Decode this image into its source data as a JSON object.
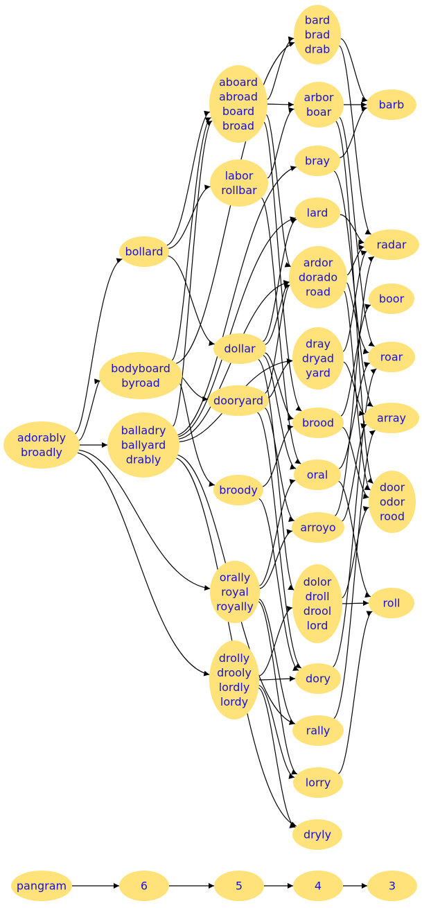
{
  "nodes": [
    {
      "id": "adorably",
      "lines": [
        "adorably",
        "broadly"
      ]
    },
    {
      "id": "bollard",
      "lines": [
        "bollard"
      ]
    },
    {
      "id": "bodyboard",
      "lines": [
        "bodyboard",
        "byroad"
      ]
    },
    {
      "id": "balladry",
      "lines": [
        "balladry",
        "ballyard",
        "drably"
      ]
    },
    {
      "id": "bard",
      "lines": [
        "bard",
        "brad",
        "drab"
      ]
    },
    {
      "id": "aboard",
      "lines": [
        "aboard",
        "abroad",
        "board",
        "broad"
      ]
    },
    {
      "id": "labor",
      "lines": [
        "labor",
        "rollbar"
      ]
    },
    {
      "id": "dollar",
      "lines": [
        "dollar"
      ]
    },
    {
      "id": "dooryard",
      "lines": [
        "dooryard"
      ]
    },
    {
      "id": "broody",
      "lines": [
        "broody"
      ]
    },
    {
      "id": "orally",
      "lines": [
        "orally",
        "royal",
        "royally"
      ]
    },
    {
      "id": "drolly",
      "lines": [
        "drolly",
        "drooly",
        "lordly",
        "lordy"
      ]
    },
    {
      "id": "arbor",
      "lines": [
        "arbor",
        "boar"
      ]
    },
    {
      "id": "bray",
      "lines": [
        "bray"
      ]
    },
    {
      "id": "lard",
      "lines": [
        "lard"
      ]
    },
    {
      "id": "ardor",
      "lines": [
        "ardor",
        "dorado",
        "road"
      ]
    },
    {
      "id": "dray",
      "lines": [
        "dray",
        "dryad",
        "yard"
      ]
    },
    {
      "id": "brood",
      "lines": [
        "brood"
      ]
    },
    {
      "id": "oral",
      "lines": [
        "oral"
      ]
    },
    {
      "id": "arroyo",
      "lines": [
        "arroyo"
      ]
    },
    {
      "id": "dolor",
      "lines": [
        "dolor",
        "droll",
        "drool",
        "lord"
      ]
    },
    {
      "id": "dory",
      "lines": [
        "dory"
      ]
    },
    {
      "id": "rally",
      "lines": [
        "rally"
      ]
    },
    {
      "id": "lorry",
      "lines": [
        "lorry"
      ]
    },
    {
      "id": "dryly",
      "lines": [
        "dryly"
      ]
    },
    {
      "id": "barb",
      "lines": [
        "barb"
      ]
    },
    {
      "id": "radar",
      "lines": [
        "radar"
      ]
    },
    {
      "id": "boor",
      "lines": [
        "boor"
      ]
    },
    {
      "id": "roar",
      "lines": [
        "roar"
      ]
    },
    {
      "id": "array",
      "lines": [
        "array"
      ]
    },
    {
      "id": "door",
      "lines": [
        "door",
        "odor",
        "rood"
      ]
    },
    {
      "id": "roll",
      "lines": [
        "roll"
      ]
    },
    {
      "id": "pangram",
      "lines": [
        "pangram"
      ]
    },
    {
      "id": "n6",
      "lines": [
        "6"
      ]
    },
    {
      "id": "n5",
      "lines": [
        "5"
      ]
    },
    {
      "id": "n4",
      "lines": [
        "4"
      ]
    },
    {
      "id": "n3",
      "lines": [
        "3"
      ]
    }
  ],
  "edges": [
    [
      "adorably",
      "bollard"
    ],
    [
      "adorably",
      "bodyboard"
    ],
    [
      "adorably",
      "balladry"
    ],
    [
      "adorably",
      "orally"
    ],
    [
      "adorably",
      "drolly"
    ],
    [
      "bollard",
      "aboard"
    ],
    [
      "bollard",
      "labor"
    ],
    [
      "bollard",
      "dollar"
    ],
    [
      "bodyboard",
      "bard"
    ],
    [
      "bodyboard",
      "aboard"
    ],
    [
      "bodyboard",
      "dooryard"
    ],
    [
      "bodyboard",
      "broody"
    ],
    [
      "balladry",
      "aboard"
    ],
    [
      "balladry",
      "bray"
    ],
    [
      "balladry",
      "lard"
    ],
    [
      "balladry",
      "ardor"
    ],
    [
      "balladry",
      "dray"
    ],
    [
      "balladry",
      "rally"
    ],
    [
      "balladry",
      "dryly"
    ],
    [
      "aboard",
      "bard"
    ],
    [
      "aboard",
      "arbor"
    ],
    [
      "aboard",
      "ardor"
    ],
    [
      "aboard",
      "brood"
    ],
    [
      "labor",
      "arbor"
    ],
    [
      "labor",
      "oral"
    ],
    [
      "dollar",
      "lard"
    ],
    [
      "dollar",
      "ardor"
    ],
    [
      "dollar",
      "brood"
    ],
    [
      "dollar",
      "oral"
    ],
    [
      "dollar",
      "dolor"
    ],
    [
      "dooryard",
      "ardor"
    ],
    [
      "dooryard",
      "dray"
    ],
    [
      "dooryard",
      "arroyo"
    ],
    [
      "dooryard",
      "dory"
    ],
    [
      "broody",
      "brood"
    ],
    [
      "broody",
      "dory"
    ],
    [
      "orally",
      "oral"
    ],
    [
      "orally",
      "arroyo"
    ],
    [
      "orally",
      "rally"
    ],
    [
      "orally",
      "lorry"
    ],
    [
      "drolly",
      "dolor"
    ],
    [
      "drolly",
      "dory"
    ],
    [
      "drolly",
      "lorry"
    ],
    [
      "drolly",
      "dryly"
    ],
    [
      "bard",
      "barb"
    ],
    [
      "bard",
      "radar"
    ],
    [
      "arbor",
      "barb"
    ],
    [
      "arbor",
      "roar"
    ],
    [
      "arbor",
      "door"
    ],
    [
      "bray",
      "barb"
    ],
    [
      "bray",
      "array"
    ],
    [
      "lard",
      "radar"
    ],
    [
      "ardor",
      "radar"
    ],
    [
      "ardor",
      "roar"
    ],
    [
      "ardor",
      "door"
    ],
    [
      "dray",
      "radar"
    ],
    [
      "dray",
      "array"
    ],
    [
      "brood",
      "boor"
    ],
    [
      "brood",
      "door"
    ],
    [
      "oral",
      "roar"
    ],
    [
      "oral",
      "roll"
    ],
    [
      "arroyo",
      "radar"
    ],
    [
      "arroyo",
      "array"
    ],
    [
      "dolor",
      "door"
    ],
    [
      "dolor",
      "roll"
    ],
    [
      "dory",
      "roar"
    ],
    [
      "rally",
      "array"
    ],
    [
      "lorry",
      "roll"
    ],
    [
      "pangram",
      "n6"
    ],
    [
      "n6",
      "n5"
    ],
    [
      "n5",
      "n4"
    ],
    [
      "n4",
      "n3"
    ]
  ]
}
